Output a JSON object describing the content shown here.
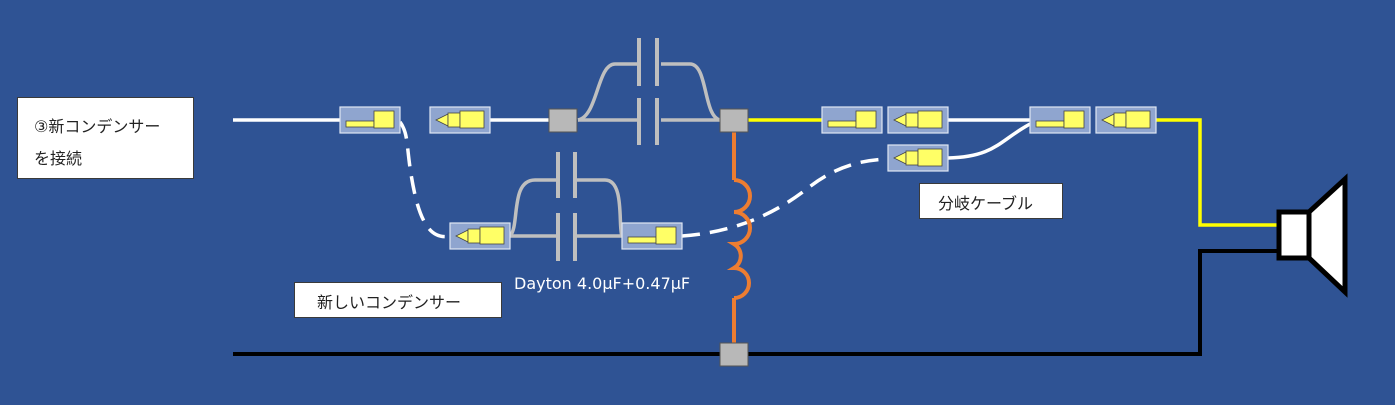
{
  "labels": {
    "step_line1": "③新コンデンサー",
    "step_line2": "を接続",
    "branch_cable": "分岐ケーブル",
    "new_capacitor": "新しいコンデンサー",
    "capacitor_model": "Dayton 4.0μF+0.47μF"
  },
  "colors": {
    "background": "#2f5394",
    "wire_white": "#ffffff",
    "wire_yellow": "#ffff00",
    "wire_black": "#000000",
    "inductor_orange": "#ed7d31",
    "capacitor_gray": "#bfbfbf",
    "connector_yellow": "#ffff66"
  },
  "icons": {
    "connectors": "plug-connector-icon",
    "junctions": "junction-block-icon",
    "speaker": "speaker-icon"
  }
}
